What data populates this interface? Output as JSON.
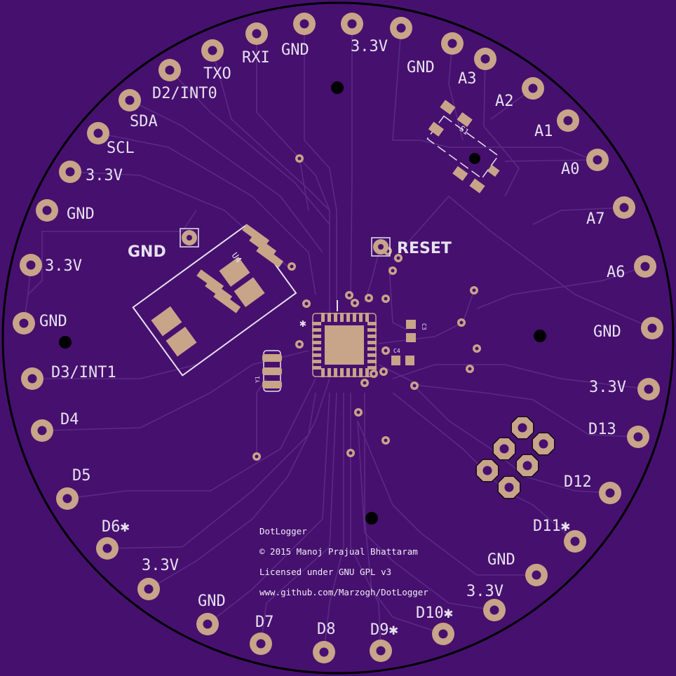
{
  "colors": {
    "board": "#46106f",
    "copper": "#c8a489",
    "drill": "#000000",
    "silkscreen": "#e6e1ee",
    "trace": "#5a2a86",
    "outline": "#000000"
  },
  "pin_labels": [
    {
      "id": "rxi",
      "text": "RXI"
    },
    {
      "id": "gnd-top",
      "text": "GND"
    },
    {
      "id": "3v3-top",
      "text": "3.3V"
    },
    {
      "id": "gnd-top-right",
      "text": "GND"
    },
    {
      "id": "a3",
      "text": "A3"
    },
    {
      "id": "a2",
      "text": "A2"
    },
    {
      "id": "a1",
      "text": "A1"
    },
    {
      "id": "a0",
      "text": "A0"
    },
    {
      "id": "a7",
      "text": "A7"
    },
    {
      "id": "a6",
      "text": "A6"
    },
    {
      "id": "gnd-right",
      "text": "GND"
    },
    {
      "id": "3v3-right",
      "text": "3.3V"
    },
    {
      "id": "d13",
      "text": "D13"
    },
    {
      "id": "d12",
      "text": "D12"
    },
    {
      "id": "d11",
      "text": "D11✱"
    },
    {
      "id": "gnd-bottom-right",
      "text": "GND"
    },
    {
      "id": "3v3-bottom-right",
      "text": "3.3V"
    },
    {
      "id": "d10",
      "text": "D10✱"
    },
    {
      "id": "d9",
      "text": "D9✱"
    },
    {
      "id": "d8",
      "text": "D8"
    },
    {
      "id": "d7",
      "text": "D7"
    },
    {
      "id": "gnd-bottom",
      "text": "GND"
    },
    {
      "id": "3v3-bottom-left",
      "text": "3.3V"
    },
    {
      "id": "d6",
      "text": "D6✱"
    },
    {
      "id": "d5",
      "text": "D5"
    },
    {
      "id": "d4",
      "text": "D4"
    },
    {
      "id": "d3",
      "text": "D3/INT1"
    },
    {
      "id": "gnd-left",
      "text": "GND"
    },
    {
      "id": "3v3-left",
      "text": "3.3V"
    },
    {
      "id": "gnd-left-upper",
      "text": "GND"
    },
    {
      "id": "3v3-left-upper",
      "text": "3.3V"
    },
    {
      "id": "scl",
      "text": "SCL"
    },
    {
      "id": "sda",
      "text": "SDA"
    },
    {
      "id": "d2",
      "text": "D2/INT0"
    },
    {
      "id": "txo",
      "text": "TXO"
    }
  ],
  "big_labels": {
    "gnd": "GND",
    "reset": "RESET"
  },
  "designators": {
    "u4": "U4",
    "s1": "S1",
    "c3": "C3",
    "c4": "C4",
    "y1": "Y1",
    "pin1_mark": "✱"
  },
  "credits": [
    "DotLogger",
    "© 2015 Manoj Prajual Bhattaram",
    "Licensed under GNU GPL v3",
    "www.github.com/Marzogh/DotLogger"
  ]
}
